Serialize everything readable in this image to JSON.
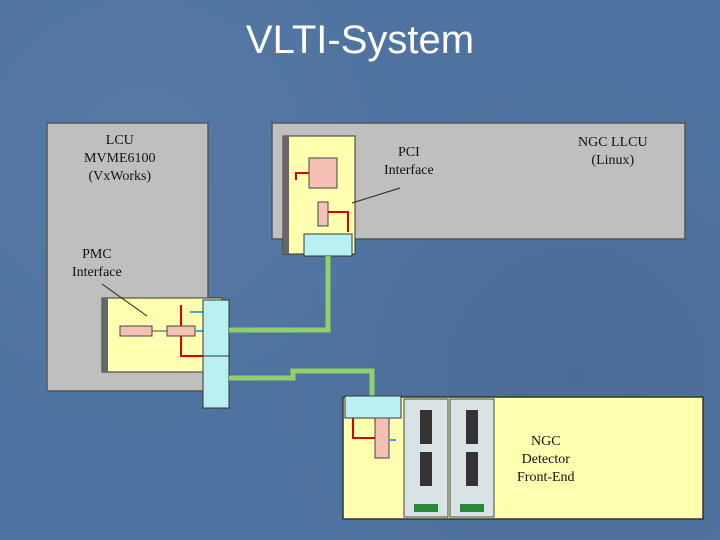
{
  "title": "VLTI-System",
  "labels": {
    "lcu": [
      "LCU",
      "MVME6100",
      "(VxWorks)"
    ],
    "pci": [
      "PCI",
      "Interface"
    ],
    "llcu": [
      "NGC LLCU",
      "(Linux)"
    ],
    "pmc": [
      "PMC",
      "Interface"
    ],
    "ngc": [
      "NGC",
      "Detector",
      "Front-End"
    ]
  }
}
